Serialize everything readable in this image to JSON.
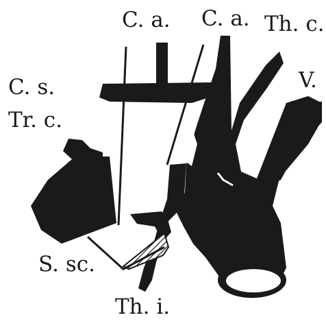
{
  "labels": {
    "ca_left": "C. a.",
    "ca_right": "C. a.",
    "thc": "Th. c.",
    "v": "V.",
    "cs": "C. s.",
    "trc": "Tr. c.",
    "ssc": "S. sc.",
    "thi": "Th. i."
  },
  "colors": {
    "ink": "#1a1a1a",
    "paper": "#ffffff"
  }
}
